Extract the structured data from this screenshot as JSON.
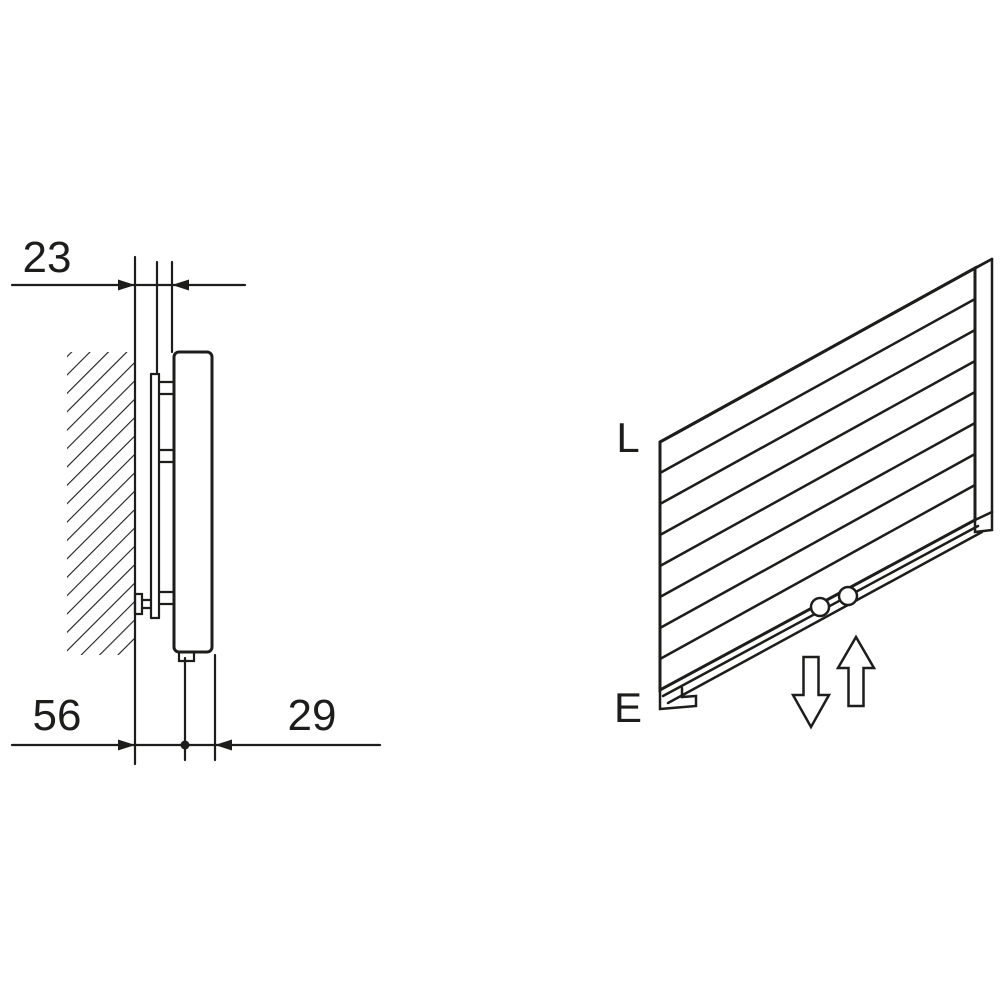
{
  "diagram": {
    "type": "radiator-installation-technical-drawing",
    "colors": {
      "line": "#1d1d1b",
      "background": "#ffffff"
    },
    "left_view": {
      "description": "side-view-wall-mounting",
      "dimensions": {
        "wall_to_bracket": "23",
        "wall_to_pipe_center": "56",
        "pipe_center_to_front": "29"
      }
    },
    "right_view": {
      "description": "perspective-view-panel-radiator",
      "labels": {
        "length_side": "L",
        "entry_side": "E"
      },
      "icons": {
        "down_arrow": "flow-down-arrow",
        "up_arrow": "flow-up-arrow"
      }
    }
  }
}
